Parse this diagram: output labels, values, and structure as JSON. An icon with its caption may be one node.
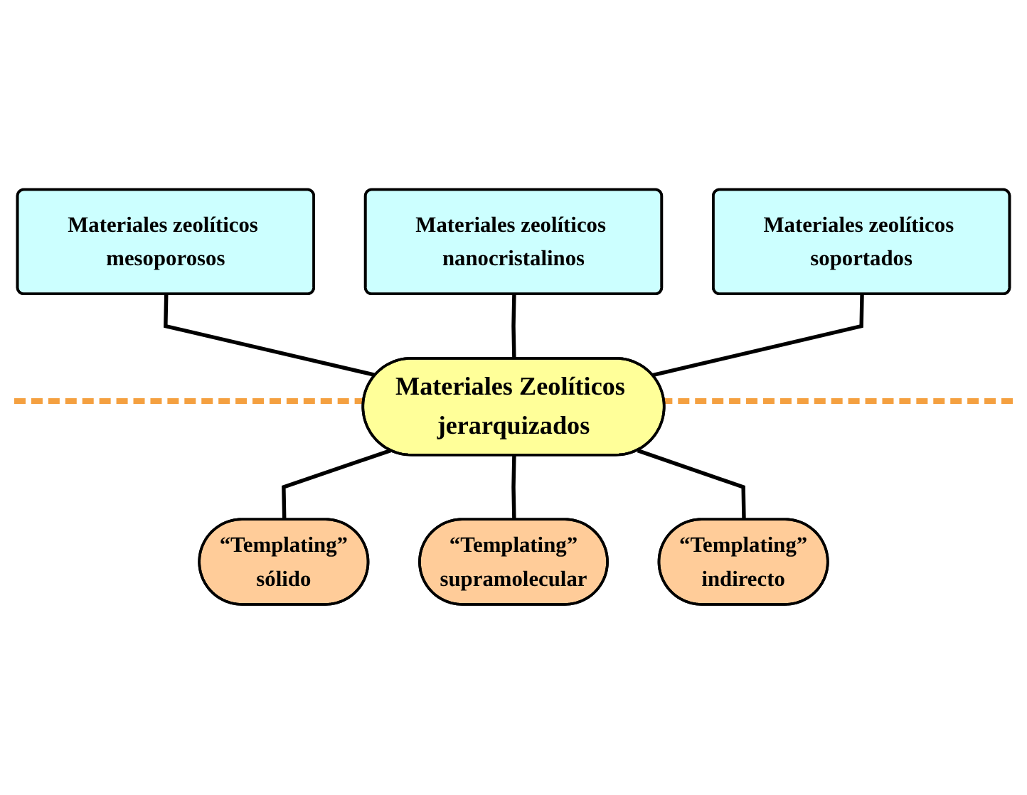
{
  "diagram": {
    "nodes": [
      {
        "text": [
          "Materiales zeolíticos mesoporosos"
        ]
      },
      {
        "text": [
          "Materiales zeolíticos nanocristalinos"
        ]
      },
      {
        "text": [
          "Materiales zeolíticos soportados"
        ]
      },
      {
        "text": [
          "Materiales Zeolíticos jerarquizados"
        ]
      },
      {
        "text": [
          "“Templating”",
          "sólido"
        ]
      },
      {
        "text": [
          "“Templating”",
          "indirecto"
        ]
      },
      {
        "text": [
          "“Templating”",
          "supramolecular"
        ]
      }
    ],
    "edges": [
      {
        "from": 0,
        "to": 3,
        "arrow": "none"
      },
      {
        "from": 1,
        "to": 3,
        "arrow": "none"
      },
      {
        "from": 2,
        "to": 3,
        "arrow": "none"
      },
      {
        "from": 3,
        "to": 4,
        "arrow": "none"
      },
      {
        "from": 3,
        "to": 6,
        "arrow": "none"
      },
      {
        "from": 3,
        "to": 5,
        "arrow": "none"
      }
    ]
  }
}
